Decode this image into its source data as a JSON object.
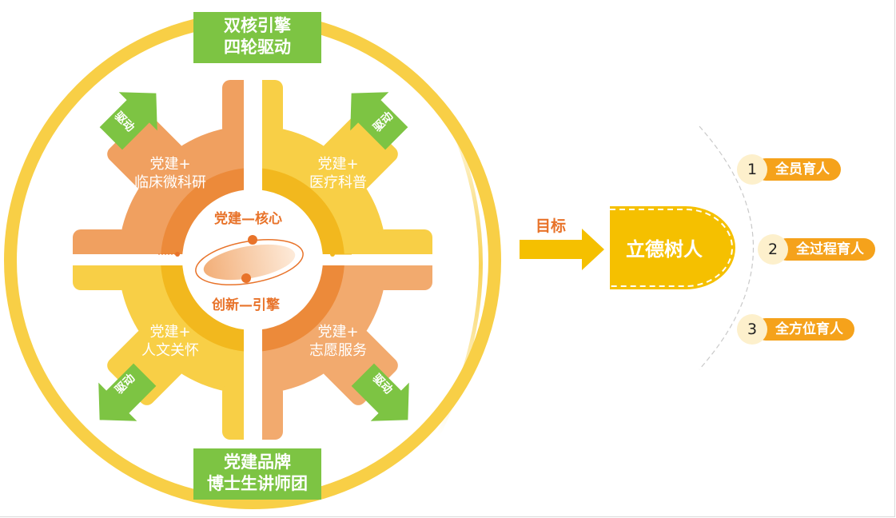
{
  "top_box": {
    "line1": "双核引擎",
    "line2": "四轮驱动"
  },
  "bottom_box": {
    "line1": "党建品牌",
    "line2": "博士生讲师团"
  },
  "gears": {
    "tl": {
      "line1": "党建+",
      "line2": "临床微科研"
    },
    "tr": {
      "line1": "党建+",
      "line2": "医疗科普"
    },
    "bl": {
      "line1": "党建+",
      "line2": "人文关怀"
    },
    "br": {
      "line1": "党建+",
      "line2": "志愿服务"
    }
  },
  "core": {
    "top": "党建—核心",
    "bottom": "创新—引擎"
  },
  "drive_label": "驱动",
  "target_label": "目标",
  "goal": "立德树人",
  "items": [
    {
      "num": "1",
      "label": "全员育人"
    },
    {
      "num": "2",
      "label": "全过程育人"
    },
    {
      "num": "3",
      "label": "全方位育人"
    }
  ],
  "colors": {
    "ring": "#f8cf46",
    "gear_orange": "#f0a060",
    "gear_yellow": "#f8cf46",
    "gear_light_orange": "#f2aa6e",
    "green": "#7dc443",
    "accent_orange": "#e8732a",
    "goal_yellow": "#f5c000"
  }
}
